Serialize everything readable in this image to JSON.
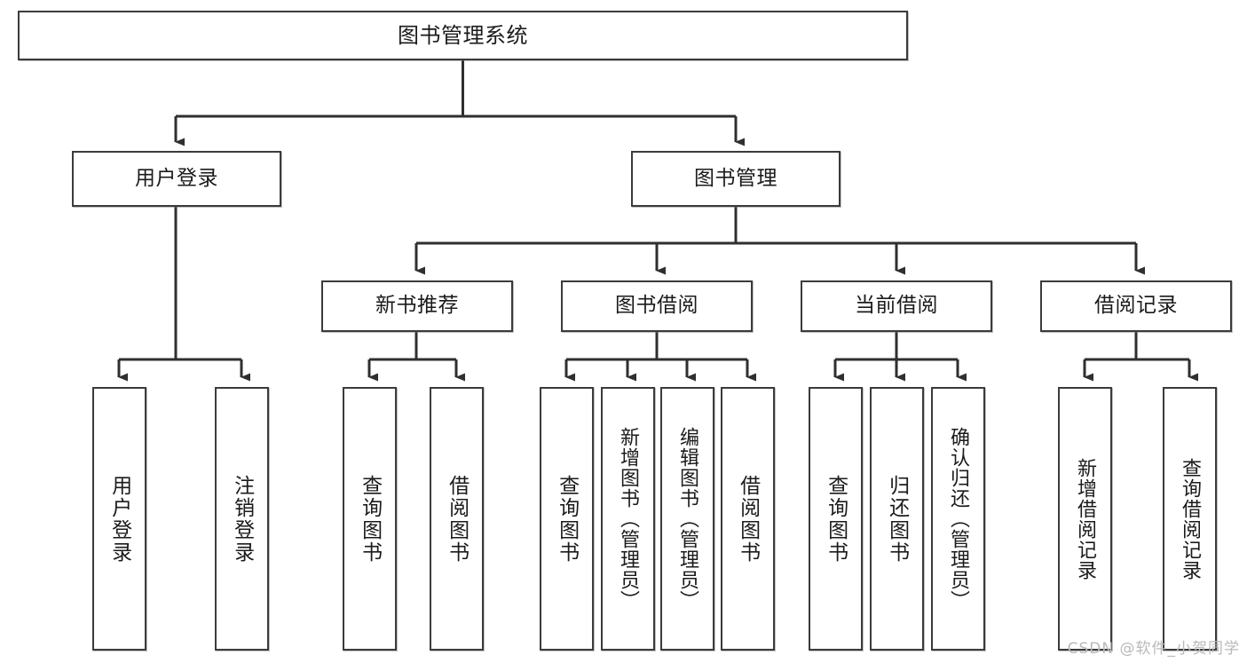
{
  "diagram": {
    "title": "图书管理系统",
    "type": "tree-hierarchy",
    "nodes": {
      "root": {
        "label": "图书管理系统"
      },
      "level2": [
        {
          "id": "user-login",
          "label": "用户登录"
        },
        {
          "id": "book-management",
          "label": "图书管理"
        }
      ],
      "level3": [
        {
          "id": "new-book-recommend",
          "label": "新书推荐"
        },
        {
          "id": "book-borrow",
          "label": "图书借阅"
        },
        {
          "id": "current-borrow",
          "label": "当前借阅"
        },
        {
          "id": "borrow-record",
          "label": "借阅记录"
        }
      ],
      "leaves": {
        "user-login": [
          {
            "id": "leaf-user-login",
            "label": "用户登录"
          },
          {
            "id": "leaf-user-logout",
            "label": "注销登录"
          }
        ],
        "new-book-recommend": [
          {
            "id": "leaf-query-book-1",
            "label": "查询图书"
          },
          {
            "id": "leaf-borrow-book-1",
            "label": "借阅图书"
          }
        ],
        "book-borrow": [
          {
            "id": "leaf-query-book-2",
            "label": "查询图书"
          },
          {
            "id": "leaf-add-book",
            "label": "新增图书（管理员）"
          },
          {
            "id": "leaf-edit-book",
            "label": "编辑图书（管理员）"
          },
          {
            "id": "leaf-borrow-book-2",
            "label": "借阅图书"
          }
        ],
        "current-borrow": [
          {
            "id": "leaf-query-book-3",
            "label": "查询图书"
          },
          {
            "id": "leaf-return-book",
            "label": "归还图书"
          },
          {
            "id": "leaf-confirm-return",
            "label": "确认归还（管理员）"
          }
        ],
        "borrow-record": [
          {
            "id": "leaf-add-record",
            "label": "新增借阅记录"
          },
          {
            "id": "leaf-query-record",
            "label": "查询借阅记录"
          }
        ]
      }
    },
    "colors": {
      "node_border": "#3b3b3b",
      "node_fill": "#ffffff",
      "edge": "#2f2f2f",
      "text": "#1b1b1b",
      "background": "#ffffff",
      "watermark": "#b9b9b9"
    }
  },
  "watermark": {
    "text": "CSDN @软件_小贺同学"
  }
}
